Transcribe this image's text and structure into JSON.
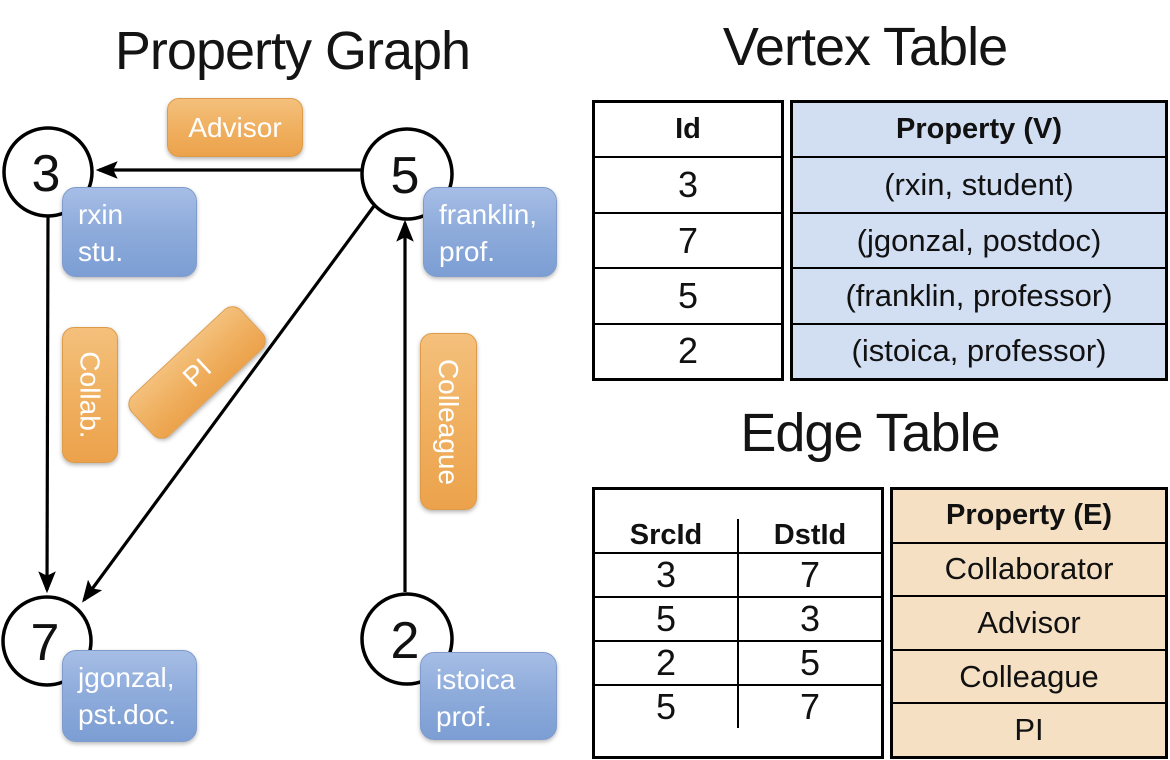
{
  "titles": {
    "graph": "Property Graph",
    "vertex_table": "Vertex Table",
    "edge_table": "Edge Table"
  },
  "graph": {
    "nodes": [
      {
        "id": "3",
        "prop_line1": "rxin",
        "prop_line2": "stu."
      },
      {
        "id": "5",
        "prop_line1": "franklin,",
        "prop_line2": "prof."
      },
      {
        "id": "7",
        "prop_line1": "jgonzal,",
        "prop_line2": "pst.doc."
      },
      {
        "id": "2",
        "prop_line1": "istoica",
        "prop_line2": "prof."
      }
    ],
    "edge_labels": {
      "advisor": "Advisor",
      "collab": "Collab.",
      "pi": "PI",
      "colleague": "Colleague"
    }
  },
  "vertex_table": {
    "columns": {
      "id": "Id",
      "property": "Property (V)"
    },
    "rows": [
      {
        "id": "3",
        "property": "(rxin, student)"
      },
      {
        "id": "7",
        "property": "(jgonzal, postdoc)"
      },
      {
        "id": "5",
        "property": "(franklin, professor)"
      },
      {
        "id": "2",
        "property": "(istoica, professor)"
      }
    ]
  },
  "edge_table": {
    "columns": {
      "src": "SrcId",
      "dst": "DstId",
      "property": "Property (E)"
    },
    "rows": [
      {
        "src": "3",
        "dst": "7",
        "property": "Collaborator"
      },
      {
        "src": "5",
        "dst": "3",
        "property": "Advisor"
      },
      {
        "src": "2",
        "dst": "5",
        "property": "Colleague"
      },
      {
        "src": "5",
        "dst": "7",
        "property": "PI"
      }
    ]
  },
  "colors": {
    "node_stroke": "#000000",
    "node_fill": "#ffffff",
    "vertex_box_blue_top": "#A6BEE6",
    "vertex_box_blue_bottom": "#7C9ED4",
    "edge_label_orange_top": "#F4C07C",
    "edge_label_orange_bottom": "#ECA24B",
    "vertex_cell_blue": "#D2DEF2",
    "edge_cell_tan": "#F5E0C4",
    "table_border": "#000000"
  }
}
